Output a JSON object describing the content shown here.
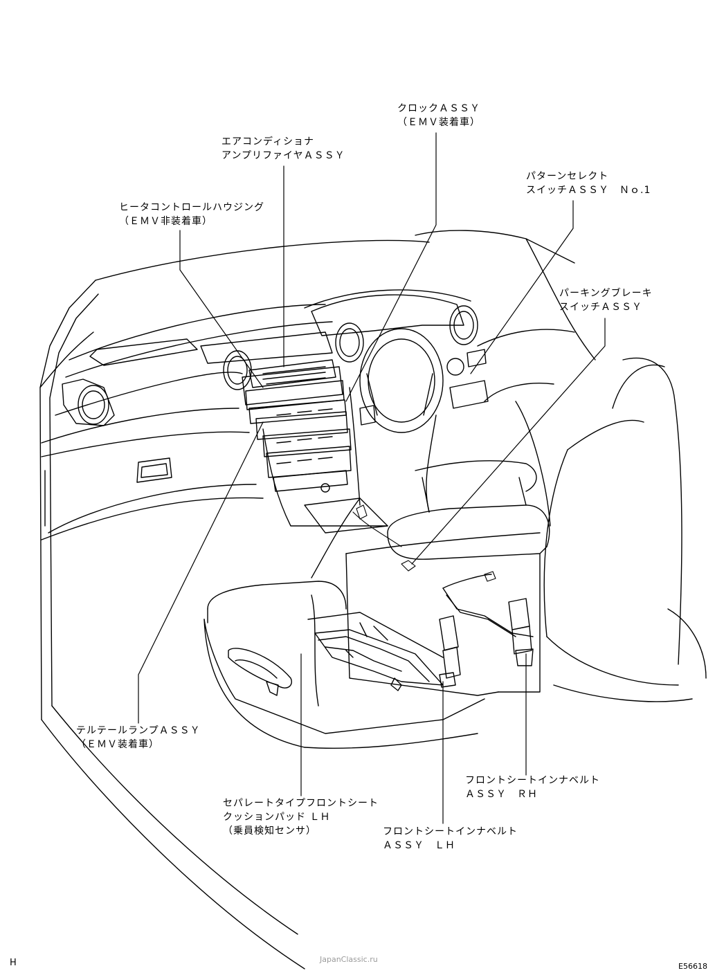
{
  "callouts": {
    "clock": {
      "line1": "クロックＡＳＳＹ",
      "line2": "（ＥＭＶ装着車）"
    },
    "aircon": {
      "line1": "エアコンディショナ",
      "line2": "アンプリファイヤＡＳＳＹ"
    },
    "heater": {
      "line1": "ヒータコントロールハウジング",
      "line2": "（ＥＭＶ非装着車）"
    },
    "pattern": {
      "line1": "パターンセレクト",
      "line2": "スイッチＡＳＳＹ　Ｎｏ.1"
    },
    "parking": {
      "line1": "パーキングブレーキ",
      "line2": "スイッチＡＳＳＹ"
    },
    "tail": {
      "line1": "テルテールランプＡＳＳＹ",
      "line2": "（ＥＭＶ装着車）"
    },
    "belt_rh": {
      "line1": "フロントシートインナベルト",
      "line2": "ＡＳＳＹ　ＲＨ"
    },
    "cushion": {
      "line1": "セパレートタイプフロントシート",
      "line2": "クッションパッド ＬＨ",
      "line3": "（乗員検知センサ）"
    },
    "belt_lh": {
      "line1": "フロントシートインナベルト",
      "line2": "ＡＳＳＹ　ＬＨ"
    }
  },
  "corner_left": "H",
  "corner_right": "E56618",
  "watermark": "JapanClassic.ru"
}
